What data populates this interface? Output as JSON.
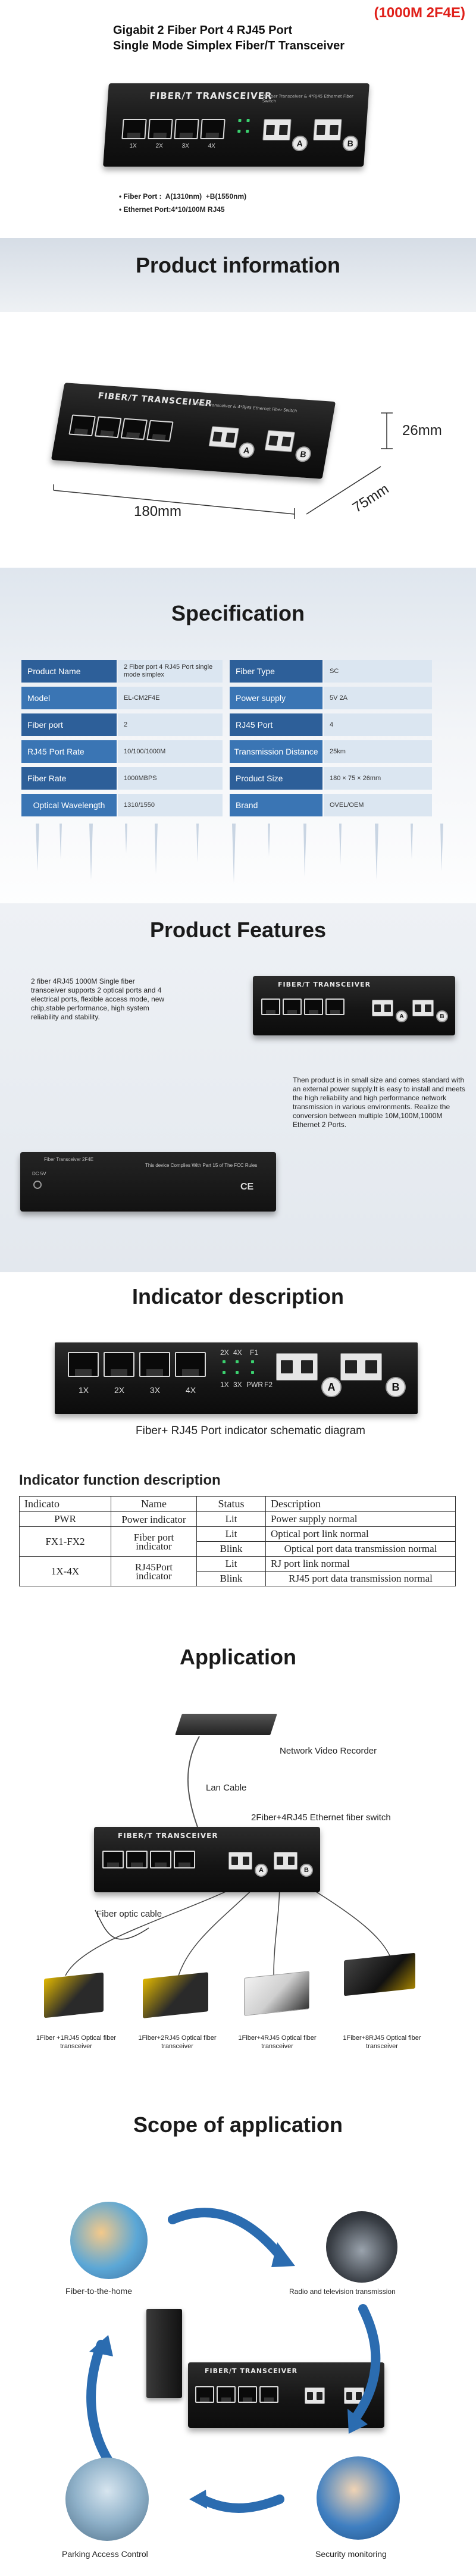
{
  "header": {
    "title_line1": "Gigabit 2 Fiber Port 4 RJ45 Port",
    "title_line2": "Single Mode Simplex Fiber/T Transceiver",
    "model_tag": "(1000M 2F4E)",
    "fiber_port_bullet": "• Fiber Port :  A(1310nm)  +B(1550nm)",
    "ethernet_port_bullet": "• Ethernet Port:4*10/100M RJ45"
  },
  "device": {
    "brand": "FIBER/T TRANSCEIVER",
    "subline": "2*Fiber Transceiver & 4*RJ45 Ethernet Fiber Switch",
    "ports": [
      "1X",
      "2X",
      "3X",
      "4X"
    ],
    "fiber_a": "A",
    "fiber_b": "B",
    "led_labels": [
      "2X",
      "4X",
      "F1",
      "1X",
      "3X",
      "PWR",
      "F2"
    ]
  },
  "product_info": {
    "title": "Product information",
    "dim_width": "180mm",
    "dim_depth": "75mm",
    "dim_height": "26mm"
  },
  "specification": {
    "title": "Specification",
    "rows": [
      {
        "k1": "Product Name",
        "v1": "2 Fiber port 4 RJ45 Port single mode simplex",
        "k2": "Fiber Type",
        "v2": "SC"
      },
      {
        "k1": "Model",
        "v1": "EL-CM2F4E",
        "k2": "Power supply",
        "v2": "5V 2A"
      },
      {
        "k1": "Fiber port",
        "v1": "2",
        "k2": "RJ45 Port",
        "v2": "4"
      },
      {
        "k1": "RJ45 Port Rate",
        "v1": "10/100/1000M",
        "k2": "Transmission Distance",
        "v2": "25km"
      },
      {
        "k1": "Fiber Rate",
        "v1": "1000MBPS",
        "k2": "Product Size",
        "v2": "180 × 75 × 26mm"
      },
      {
        "k1": "Optical Wavelength",
        "v1": "1310/1550",
        "k2": "Brand",
        "v2": "OVEL/OEM"
      }
    ]
  },
  "features": {
    "title": "Product Features",
    "text1": "2 fiber 4RJ45 1000M Single fiber transceiver supports 2 optical ports and 4 electrical ports, flexible access mode, new chip,stable performance, high system reliability and stability.",
    "text2": "Then product is in small size and comes standard with an external power supply.It is easy to install and meets the high reliability and high performance network transmission in various environments. Realize the conversion between multiple 10M,100M,1000M Ethernet 2 Ports.",
    "rear_label": "Fiber Transceiver 2F4E",
    "rear_text": "This device Complies With Part 15 of The FCC Rules",
    "rear_dc": "DC 5V"
  },
  "indicator": {
    "title": "Indicator description",
    "caption": "Fiber+ RJ45 Port indicator schematic diagram",
    "func_title": "Indicator function description",
    "headers": [
      "Indicato",
      "Name",
      "Status",
      "Description"
    ],
    "rows": [
      {
        "ind": "PWR",
        "name": "Power indicator",
        "status": "Lit",
        "desc": "Power supply normal"
      },
      {
        "ind": "FX1-FX2",
        "name": "Fiber port indicator",
        "status": "Lit",
        "desc": "Optical port link normal"
      },
      {
        "ind": "",
        "name": "",
        "status": "Blink",
        "desc": "Optical port data transmission normal"
      },
      {
        "ind": "1X-4X",
        "name": "RJ45Port indicator",
        "status": "Lit",
        "desc": "RJ port link normal"
      },
      {
        "ind": "",
        "name": "",
        "status": "Blink",
        "desc": "RJ45 port data transmission normal"
      }
    ]
  },
  "application": {
    "title": "Application",
    "nvr_label": "Network Video Recorder",
    "lan_cable": "Lan Cable",
    "switch_label": "2Fiber+4RJ45 Ethernet fiber switch",
    "fiber_cable": "Fiber optic cable",
    "devices": [
      "1Fiber +1RJ45 Optical fiber transceiver",
      "1Fiber+2RJ45 Optical fiber transceiver",
      "1Fiber+4RJ45 Optical fiber transceiver",
      "1Fiber+8RJ45 Optical fiber transceiver"
    ]
  },
  "scope": {
    "title": "Scope of application",
    "items": [
      "Fiber-to-the-home",
      "Radio and television transmission",
      "Parking Access Control",
      "Security monitoring"
    ]
  },
  "colors": {
    "accent_red": "#e0201a",
    "spec_blue": "#2d5f99",
    "spec_light": "#dbe6f1",
    "arrow_blue": "#2b6cb0"
  }
}
